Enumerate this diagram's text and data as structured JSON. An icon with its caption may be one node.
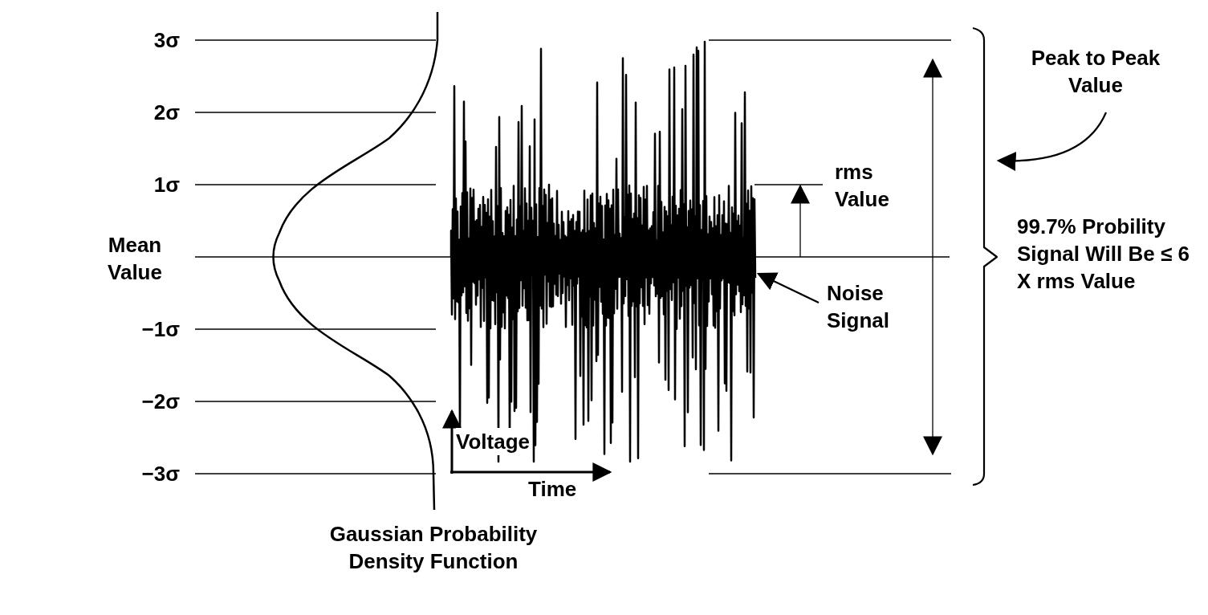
{
  "diagram": {
    "nodes": [
      {
        "text": [
          "Noise Signal"
        ]
      },
      {
        "text": [],
        "shape": "picture"
      },
      {
        "text": [
          "Peak to Peak Value"
        ]
      },
      {
        "text": [],
        "shape": "brace"
      }
    ],
    "edges": [
      {
        "from": 0,
        "to": 1,
        "arrow": "to"
      },
      {
        "from": 2,
        "to": 3,
        "arrow": "to"
      }
    ],
    "labels": [
      "3σ",
      "2σ",
      "1σ",
      "rms Value",
      "Mean Value",
      "99.7% Probility Signal Will Be ≤ 6 X rms Value",
      "−1σ",
      "−2σ",
      "Voltage",
      "−3σ",
      "Time",
      "Gaussian Probability Density Function"
    ]
  }
}
